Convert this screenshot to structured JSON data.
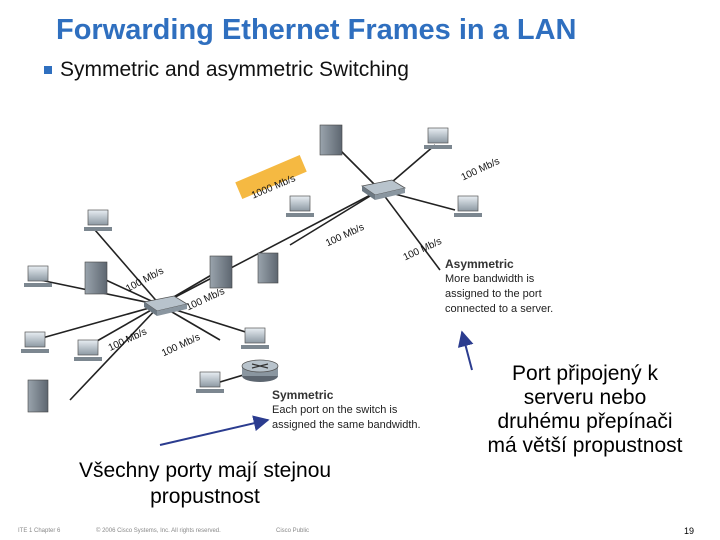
{
  "title": "Forwarding Ethernet Frames in a LAN",
  "bullet": "Symmetric and asymmetric Switching",
  "diagram": {
    "speed_labels": {
      "server_link": "1000 Mb/s",
      "pc_top_right": "100 Mb/s",
      "pc_mid": "100 Mb/s",
      "pc_right": "100 Mb/s",
      "left_a": "100 Mb/s",
      "left_b": "100 Mb/s",
      "left_c": "100 Mb/s",
      "left_d": "100 Mb/s"
    },
    "asymmetric": {
      "heading": "Asymmetric",
      "line1": "More bandwidth is",
      "line2": "assigned to the port",
      "line3": "connected to a server."
    },
    "symmetric": {
      "heading": "Symmetric",
      "line1": "Each port on the switch is",
      "line2": "assigned the same bandwidth."
    }
  },
  "captions": {
    "left_line1": "Všechny porty mají stejnou",
    "left_line2": "propustnost",
    "right_line1": "Port připojený k",
    "right_line2": "serveru nebo",
    "right_line3": "druhému přepínači",
    "right_line4": "má větší propustnost"
  },
  "footer": {
    "course": "ITE 1 Chapter 6",
    "copyright": "© 2006 Cisco Systems, Inc. All rights reserved.",
    "classification": "Cisco Public",
    "page": "19"
  },
  "colors": {
    "title": "#2f6fbf",
    "highlight": "#f5b942",
    "arrow": "#2b3c8f"
  }
}
